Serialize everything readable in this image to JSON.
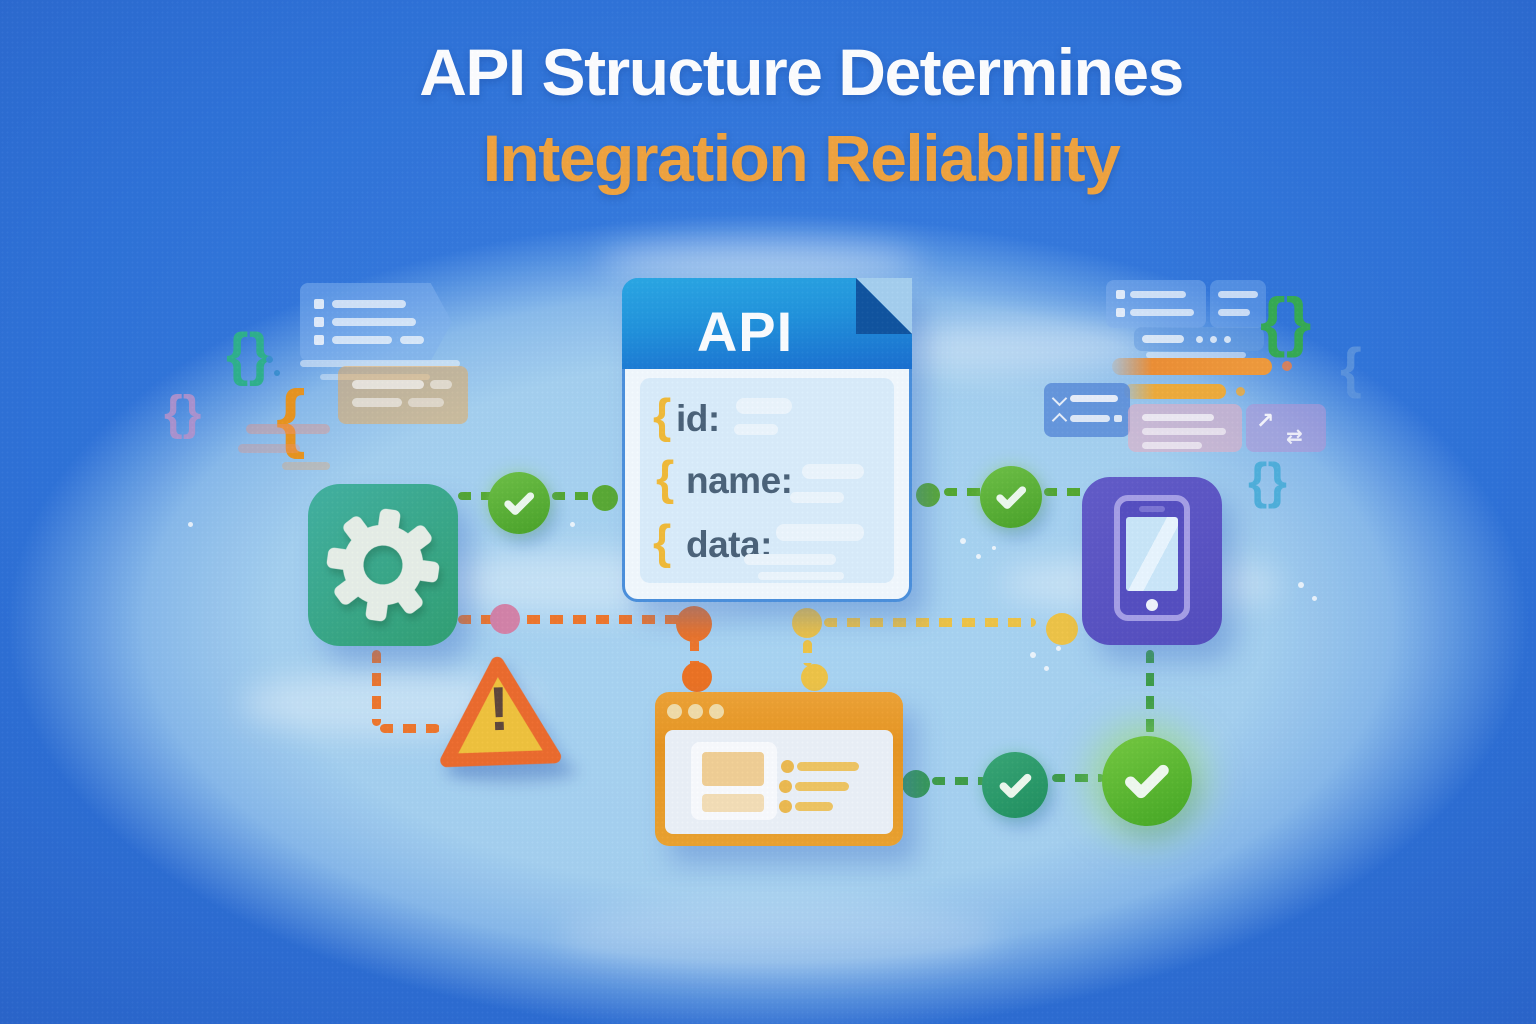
{
  "title": {
    "line1": "API Structure Determines",
    "line2": "Integration Reliability",
    "line1_color": "#ffffff",
    "line2_color": "#f2a43d"
  },
  "api_card": {
    "title": "API",
    "fields": [
      {
        "brace": "{",
        "label": "id:"
      },
      {
        "brace": "{",
        "label": "name:"
      },
      {
        "brace": "{",
        "label": "data:"
      }
    ]
  },
  "warning": {
    "mark": "!"
  },
  "decor": {
    "braces_pair": "{}",
    "brace_open": "{",
    "arrow_ne": "↗",
    "arrow_swap": "⇄"
  },
  "icons": {
    "gear-icon": "gear",
    "check-icon": "checkmark-circle",
    "warning-icon": "triangle-exclamation",
    "phone-icon": "smartphone",
    "browser-icon": "browser-window",
    "code-brace-icon": "curly-braces"
  },
  "colors": {
    "background_blue": "#2f72d8",
    "panel_light_blue": "#a8d2f1",
    "header_blue": "#1b6ccd",
    "accent_orange": "#ee7221",
    "warning_yellow": "#f2c33b",
    "success_green": "#55a930",
    "tile_teal": "#38a989",
    "tile_purple": "#5b54c4",
    "browser_orange": "#eb9a28",
    "brace_yellow": "#f3bb37",
    "label_slate": "#4b6278"
  }
}
